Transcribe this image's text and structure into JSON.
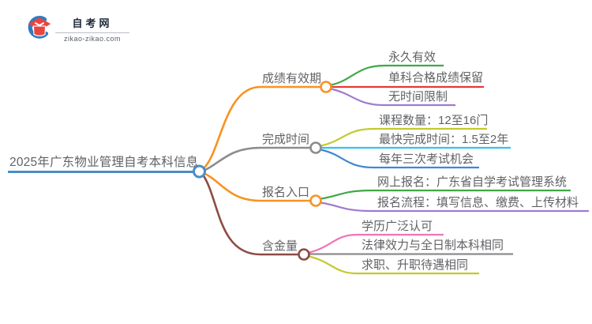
{
  "logo": {
    "site_name": "自考网",
    "site_domain": "zikao-zikao.com",
    "brand_colors": {
      "crescent_blue": "#2b7dc3",
      "cap_red": "#e8453e"
    }
  },
  "mindmap": {
    "root": {
      "label": "2025年广东物业管理自考本科信息",
      "color": "#4a8dc8"
    },
    "branches": [
      {
        "label": "成绩有效期",
        "color": "#f79321",
        "children": [
          {
            "label": "永久有效",
            "color": "#3fa845"
          },
          {
            "label": "单科合格成绩保留",
            "color": "#e43b36"
          },
          {
            "label": "无时间限制",
            "color": "#a07ad0"
          }
        ]
      },
      {
        "label": "完成时间",
        "color": "#8c8c8c",
        "children": [
          {
            "label": "课程数量：12至16门",
            "color": "#c3ca2f"
          },
          {
            "label": "最快完成时间：1.5至2年",
            "color": "#36c3ee"
          },
          {
            "label": "每年三次考试机会",
            "color": "#3e87d5"
          }
        ]
      },
      {
        "label": "报名入口",
        "color": "#f79321",
        "children": [
          {
            "label": "网上报名：广东省自学考试管理系统",
            "color": "#3fa845"
          },
          {
            "label": "报名流程：填写信息、缴费、上传材料",
            "color": "#a07ad0"
          }
        ]
      },
      {
        "label": "含金量",
        "color": "#8e4b42",
        "children": [
          {
            "label": "学历广泛认可",
            "color": "#f173b8"
          },
          {
            "label": "法律效力与全日制本科相同",
            "color": "#8c8c8c"
          },
          {
            "label": "求职、升职待遇相同",
            "color": "#c3ca2f"
          }
        ]
      }
    ]
  }
}
